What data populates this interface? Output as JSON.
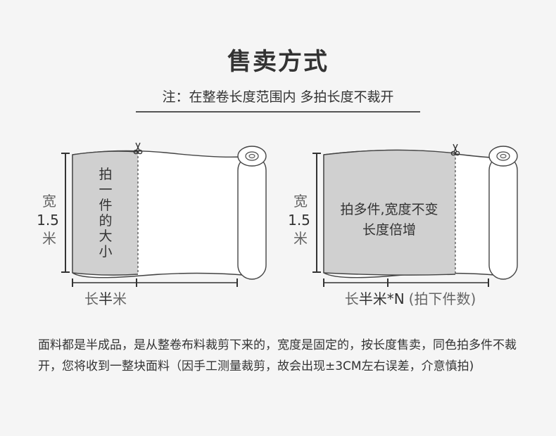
{
  "title": "售卖方式",
  "subtitle": "注：在整卷长度范围内 多拍长度不裁开",
  "left_diagram": {
    "width_char1": "宽",
    "width_value": "1.5",
    "width_char2": "米",
    "highlight_chars": [
      "拍",
      "一",
      "件",
      "的",
      "大",
      "小"
    ],
    "length_part1": "长",
    "length_part2": "半",
    "length_part3": "米"
  },
  "right_diagram": {
    "width_char1": "宽",
    "width_value": "1.5",
    "width_char2": "米",
    "highlight_line1": "拍多件,宽度不变",
    "highlight_line2": "长度倍增",
    "length_part1": "长",
    "length_part2": "半米*N",
    "length_part3": "(拍下件数)"
  },
  "description": "面料都是半成品，是从整卷布料裁剪下来的，宽度是固定的，按长度售卖，同色拍多件不裁开，您将收到一整块面料（因手工测量裁剪，故会出现±3CM左右误差，介意慎拍)",
  "colors": {
    "background": "#f5f5f5",
    "fabric": "#ffffff",
    "highlight": "#d0d0d0",
    "outline": "#444444"
  }
}
